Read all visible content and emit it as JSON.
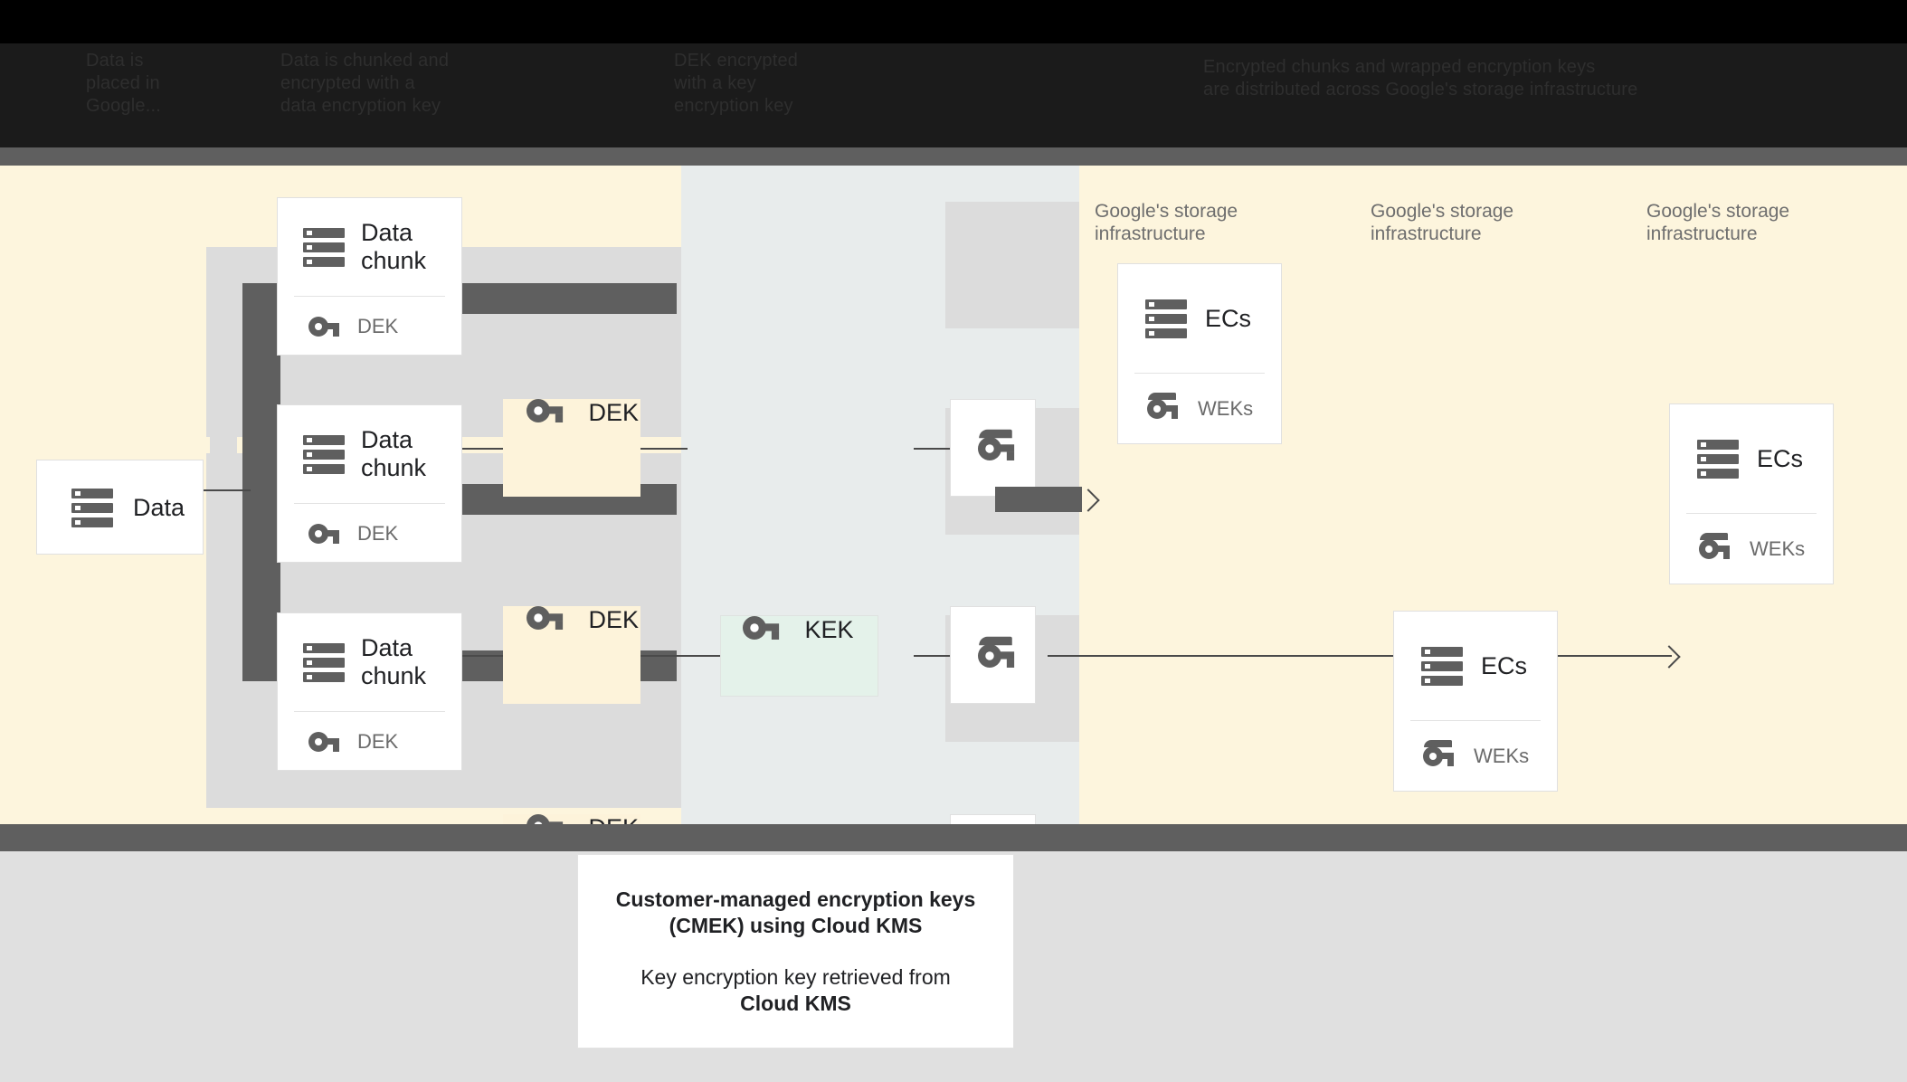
{
  "top_band": {
    "columns": [
      {
        "name": "data-col",
        "text": "Data is\nplaced in\nGoogle..."
      },
      {
        "name": "chunk-col",
        "text": "Data is chunked and\nencrypted with a\ndata encryption key"
      },
      {
        "name": "dek-col",
        "text": "DEK encrypted\nwith a key\nencryption key"
      },
      {
        "name": "kek-col",
        "text": "Encrypted chunks and wrapped encryption keys\nare distributed across Google's storage infrastructure"
      }
    ]
  },
  "diagram": {
    "source": {
      "label": "Data",
      "icon": "server-icon"
    },
    "chunks": [
      {
        "title": "Data\nchunk",
        "key_label": "DEK",
        "icon": "server-icon",
        "key_icon": "key-icon"
      },
      {
        "title": "Data\nchunk",
        "key_label": "DEK",
        "icon": "server-icon",
        "key_icon": "key-icon"
      },
      {
        "title": "Data\nchunk",
        "key_label": "DEK",
        "icon": "server-icon",
        "key_icon": "key-icon"
      }
    ],
    "deks": [
      {
        "label": "DEK",
        "icon": "key-icon"
      },
      {
        "label": "DEK",
        "icon": "key-icon"
      },
      {
        "label": "DEK",
        "icon": "key-icon"
      }
    ],
    "kek": {
      "label": "KEK",
      "icon": "key-icon"
    },
    "wrapped_keys": [
      {
        "icon": "wrapped-key-icon"
      },
      {
        "icon": "wrapped-key-icon"
      },
      {
        "icon": "wrapped-key-icon"
      }
    ],
    "infra_labels": [
      "Google's storage\ninfrastructure",
      "Google's storage\ninfrastructure",
      "Google's storage\ninfrastructure"
    ],
    "ec_cards": [
      {
        "title": "ECs",
        "key_label": "WEKs",
        "icon": "server-icon",
        "key_icon": "wrapped-key-icon"
      },
      {
        "title": "ECs",
        "key_label": "WEKs",
        "icon": "server-icon",
        "key_icon": "wrapped-key-icon"
      },
      {
        "title": "ECs",
        "key_label": "WEKs",
        "icon": "server-icon",
        "key_icon": "wrapped-key-icon"
      }
    ]
  },
  "caption": {
    "bold_line": "Customer-managed encryption keys\n(CMEK) using Cloud KMS",
    "normal_line": "Key encryption key retrieved from",
    "normal_bold": "Cloud KMS"
  },
  "colors": {
    "canvas_cream": "#fdf5dd",
    "kms_band": "#e8ecec",
    "column_grey": "#dcdcdc",
    "connector_grey": "#5f5f5f",
    "dek_fill": "#fdf3da",
    "kek_fill": "#e4f2ea",
    "bottom_grey": "#e0e0e0",
    "text_dark": "#202124",
    "text_soft": "#6b6b6b"
  }
}
